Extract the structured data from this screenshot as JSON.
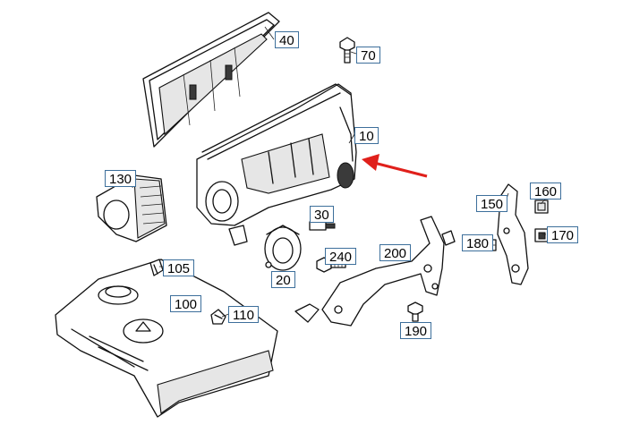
{
  "labels": {
    "p10": "10",
    "p20": "20",
    "p30": "30",
    "p40": "40",
    "p70": "70",
    "p100": "100",
    "p105": "105",
    "p110": "110",
    "p130": "130",
    "p150": "150",
    "p160": "160",
    "p170": "170",
    "p180": "180",
    "p190": "190",
    "p200": "200",
    "p240": "240"
  },
  "colors": {
    "label_border": "#3d6f9b",
    "pointer_arrow": "#e0201b",
    "line_art": "#111111"
  }
}
